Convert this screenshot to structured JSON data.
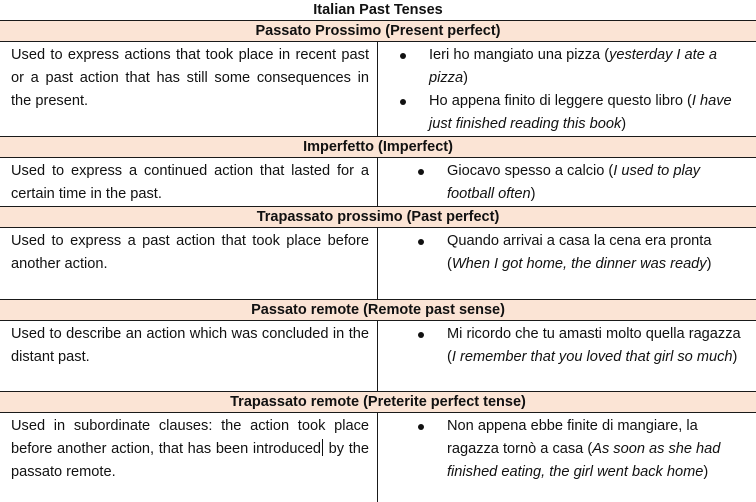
{
  "document": {
    "title": "Italian Past Tenses"
  },
  "colors": {
    "header_bg": "#fbe4d5",
    "border": "#1a1a1a",
    "text": "#111111"
  },
  "sections": [
    {
      "header": "Passato Prossimo (Present perfect)",
      "description": "Used to express actions that took place in recent past or a past action that has still some consequences in the present.",
      "examples": [
        {
          "italian": "Ieri ho mangiato una pizza (",
          "english": "yesterday I ate a pizza",
          "close": ")"
        },
        {
          "italian": "Ho appena finito di leggere questo libro (",
          "english": "I have just finished reading this book",
          "close": ")"
        }
      ]
    },
    {
      "header": "Imperfetto (Imperfect)",
      "description": "Used to express a continued action that lasted for a certain time in the past.",
      "examples": [
        {
          "italian": "Giocavo spesso a calcio (",
          "english": "I used to play football often",
          "close": ")"
        }
      ]
    },
    {
      "header": "Trapassato prossimo (Past perfect)",
      "description": "Used to express a past action that took place before another action.",
      "examples": [
        {
          "italian": "Quando arrivai a casa la cena era pronta (",
          "english": "When I got home, the dinner was ready",
          "close": ")"
        }
      ]
    },
    {
      "header": "Passato remote (Remote past sense)",
      "description": "Used to describe an action which was concluded in the distant past.",
      "examples": [
        {
          "italian": "Mi ricordo che tu amasti molto quella ragazza (",
          "english": "I remember that you loved that girl so much",
          "close": ")"
        }
      ]
    },
    {
      "header": "Trapassato remote (Preterite perfect tense)",
      "description_before_cursor": "Used in subordinate clauses: the action took place before another action, that has been introduced",
      "description_after_cursor": " by the passato remote.",
      "examples": [
        {
          "italian": "Non appena ebbe finite di mangiare, la ragazza tornò a casa (",
          "english": "As soon as she had finished eating, the girl went back home",
          "close": ")"
        }
      ]
    }
  ]
}
